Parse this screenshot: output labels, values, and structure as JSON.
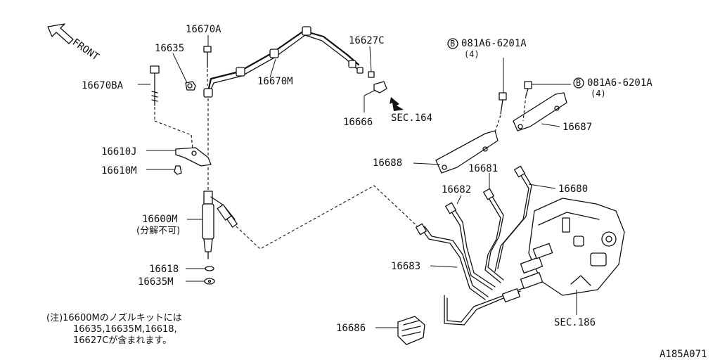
{
  "front_label": "FRONT",
  "parts": {
    "p16670A": "16670A",
    "p16635": "16635",
    "p16670BA": "16670BA",
    "p16670M": "16670M",
    "p16627C": "16627C",
    "p16666": "16666",
    "sec164": "SEC.164",
    "p16610J": "16610J",
    "p16610M": "16610M",
    "p16600M": "16600M",
    "p16600M_note": "(分解不可)",
    "p16618": "16618",
    "p16635M": "16635M",
    "bolt_b1": "081A6-6201A",
    "bolt_b1_qty": "(4)",
    "bolt_b2": "081A6-6201A",
    "bolt_b2_qty": "(4)",
    "bolt_prefix": "B",
    "p16687": "16687",
    "p16688": "16688",
    "p16681": "16681",
    "p16680": "16680",
    "p16682": "16682",
    "p16683": "16683",
    "p16686": "16686",
    "sec186": "SEC.186"
  },
  "footnote": {
    "line1": "(注)16600Mのノズルキットには",
    "line2": "16635,16635M,16618,",
    "line3": "16627Cが含まれます。"
  },
  "diagram_id": "A185A071"
}
